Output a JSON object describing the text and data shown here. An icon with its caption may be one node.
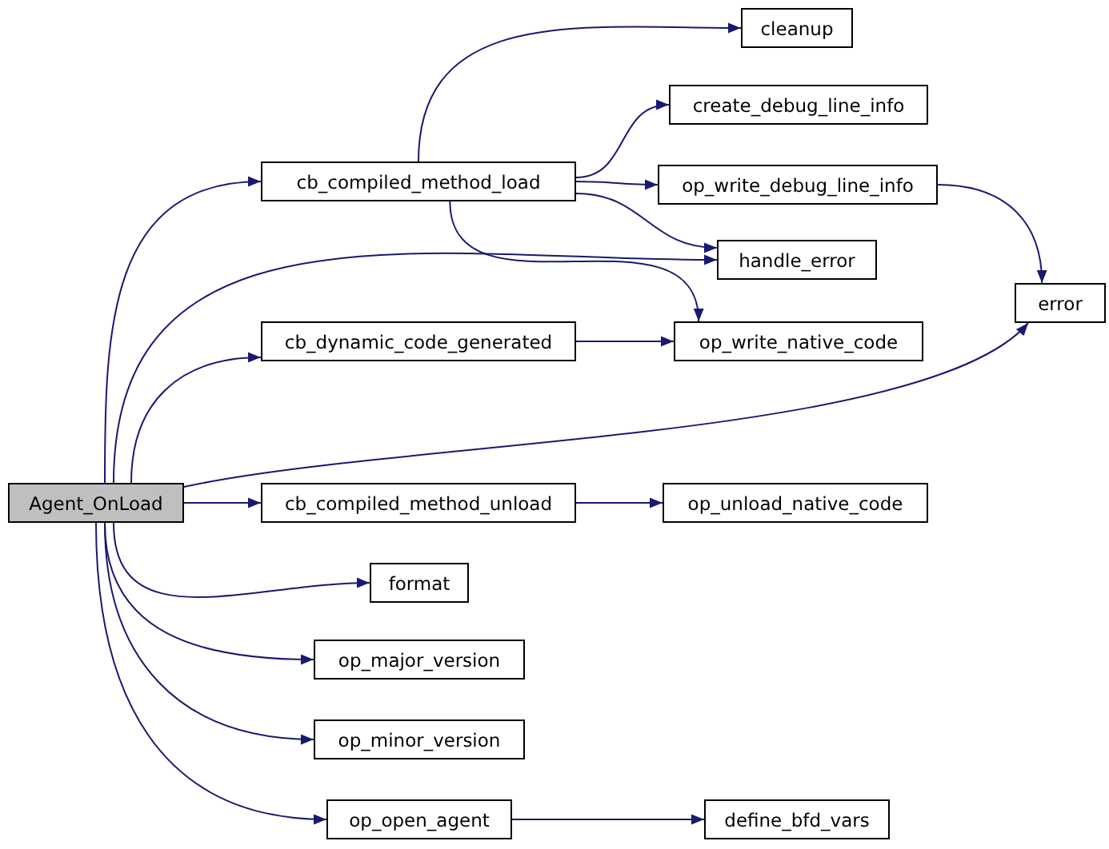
{
  "diagram": {
    "nodes": [
      {
        "text": [
          "Agent_OnLoad"
        ]
      },
      {
        "text": [
          "cb_compiled_method_load"
        ]
      },
      {
        "text": [
          "cleanup"
        ]
      },
      {
        "text": [
          "create_debug_line_info"
        ]
      },
      {
        "text": [
          "op_write_debug_line_info"
        ]
      },
      {
        "text": [
          "handle_error"
        ]
      },
      {
        "text": [
          "error"
        ]
      },
      {
        "text": [
          "cb_dynamic_code_generated"
        ]
      },
      {
        "text": [
          "op_write_native_code"
        ]
      },
      {
        "text": [
          "cb_compiled_method_unload"
        ]
      },
      {
        "text": [
          "op_unload_native_code"
        ]
      },
      {
        "text": [
          "format"
        ]
      },
      {
        "text": [
          "op_major_version"
        ]
      },
      {
        "text": [
          "op_minor_version"
        ]
      },
      {
        "text": [
          "op_open_agent"
        ]
      },
      {
        "text": [
          "define_bfd_vars"
        ]
      }
    ],
    "edges": [
      {
        "from": 0,
        "to": 1,
        "arrow": "to"
      },
      {
        "from": 0,
        "to": 5,
        "arrow": "to"
      },
      {
        "from": 0,
        "to": 7,
        "arrow": "to"
      },
      {
        "from": 0,
        "to": 6,
        "arrow": "to"
      },
      {
        "from": 0,
        "to": 9,
        "arrow": "to"
      },
      {
        "from": 0,
        "to": 11,
        "arrow": "to"
      },
      {
        "from": 0,
        "to": 12,
        "arrow": "to"
      },
      {
        "from": 0,
        "to": 13,
        "arrow": "to"
      },
      {
        "from": 0,
        "to": 14,
        "arrow": "to"
      },
      {
        "from": 1,
        "to": 2,
        "arrow": "to"
      },
      {
        "from": 1,
        "to": 3,
        "arrow": "to"
      },
      {
        "from": 1,
        "to": 4,
        "arrow": "to"
      },
      {
        "from": 1,
        "to": 5,
        "arrow": "to"
      },
      {
        "from": 1,
        "to": 8,
        "arrow": "to"
      },
      {
        "from": 4,
        "to": 6,
        "arrow": "to"
      },
      {
        "from": 7,
        "to": 8,
        "arrow": "to"
      },
      {
        "from": 9,
        "to": 10,
        "arrow": "to"
      },
      {
        "from": 14,
        "to": 15,
        "arrow": "to"
      }
    ]
  }
}
